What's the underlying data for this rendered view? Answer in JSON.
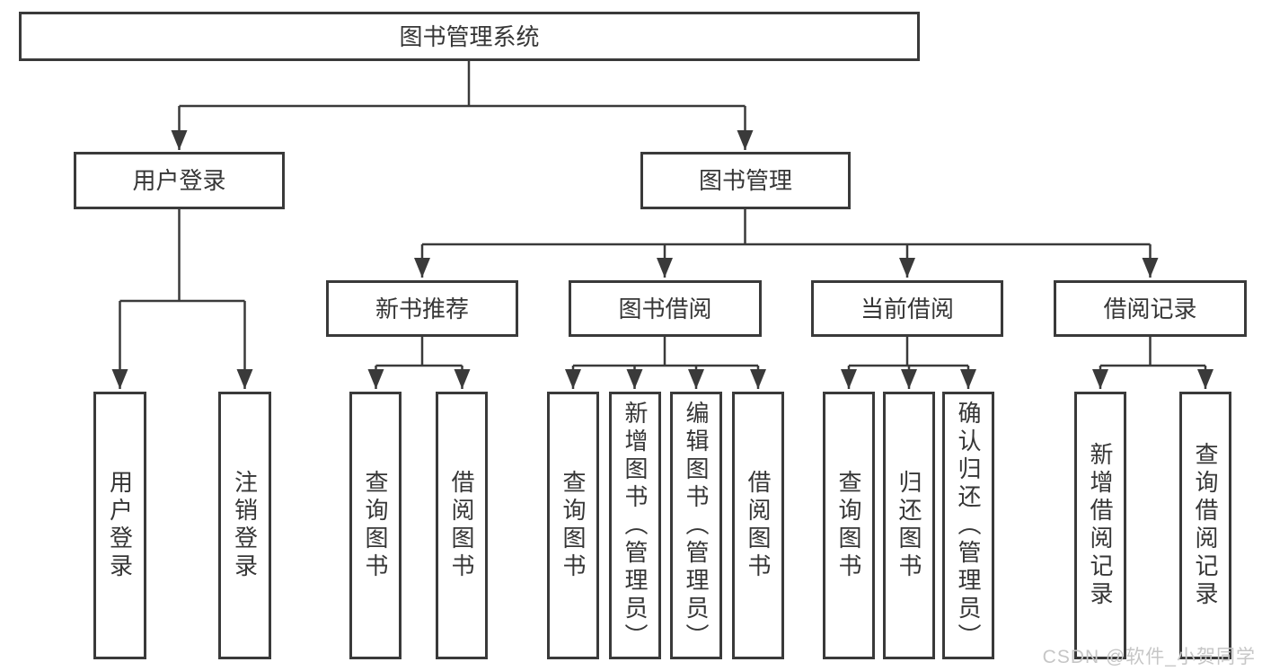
{
  "diagram": {
    "watermark": "CSDN @软件_小贺同学",
    "colors": {
      "line": "#3a3a3a",
      "box_border": "#3a3a3a",
      "box_fill": "#ffffff",
      "text": "#363636",
      "watermark_text": "#c6c6c6",
      "background": "#ffffff"
    },
    "tree": {
      "label": "图书管理系统",
      "children": [
        {
          "label": "用户登录",
          "children": [
            {
              "label": "用户登录"
            },
            {
              "label": "注销登录"
            }
          ]
        },
        {
          "label": "图书管理",
          "children": [
            {
              "label": "新书推荐",
              "children": [
                {
                  "label": "查询图书"
                },
                {
                  "label": "借阅图书"
                }
              ]
            },
            {
              "label": "图书借阅",
              "children": [
                {
                  "label": "查询图书"
                },
                {
                  "label": "新增图书（管理员）"
                },
                {
                  "label": "编辑图书（管理员）"
                },
                {
                  "label": "借阅图书"
                }
              ]
            },
            {
              "label": "当前借阅",
              "children": [
                {
                  "label": "查询图书"
                },
                {
                  "label": "归还图书"
                },
                {
                  "label": "确认归还（管理员）"
                }
              ]
            },
            {
              "label": "借阅记录",
              "children": [
                {
                  "label": "新增借阅记录"
                },
                {
                  "label": "查询借阅记录"
                }
              ]
            }
          ]
        }
      ]
    }
  }
}
